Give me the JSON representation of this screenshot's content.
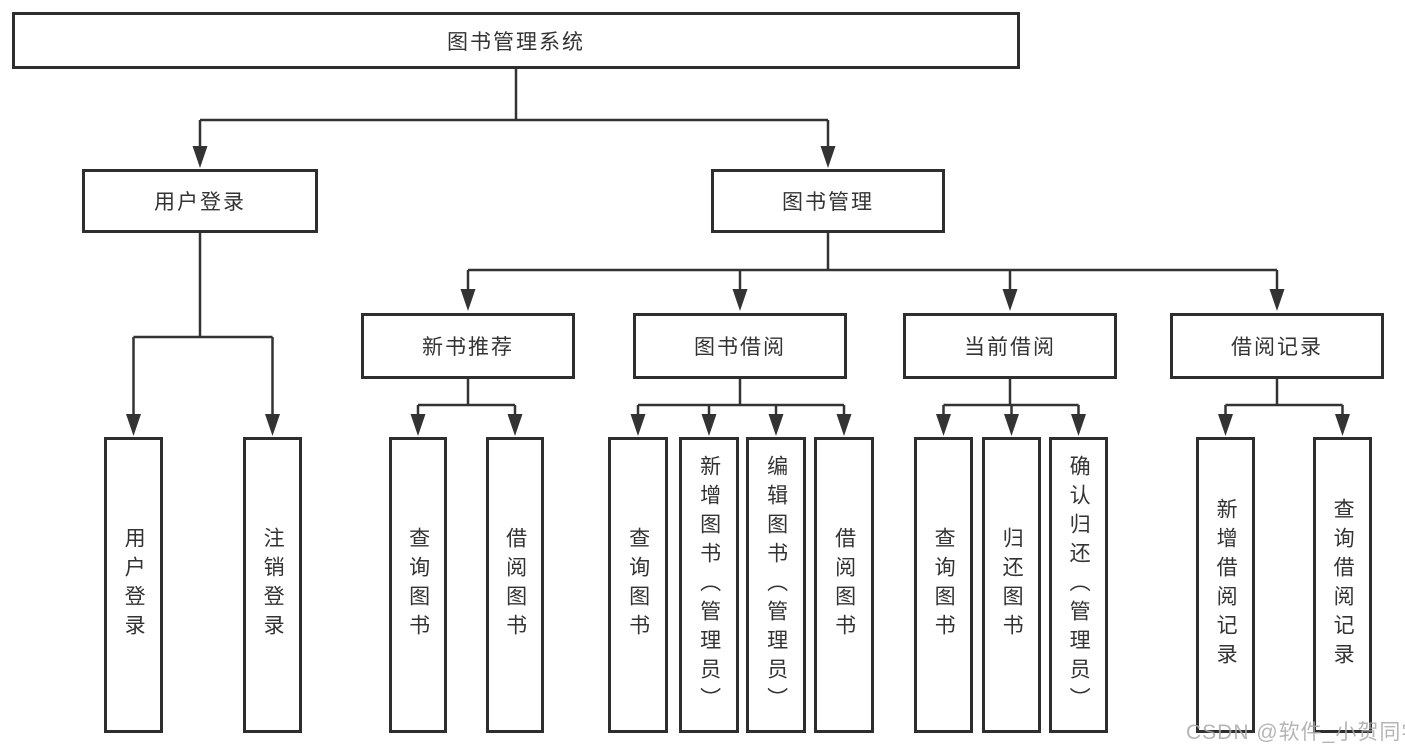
{
  "nodes": {
    "root": {
      "label": "图书管理系统"
    },
    "user_login": {
      "label": "用户登录"
    },
    "book_mgmt": {
      "label": "图书管理"
    },
    "new_book_rec": {
      "label": "新书推荐"
    },
    "book_borrow": {
      "label": "图书借阅"
    },
    "current_borrow": {
      "label": "当前借阅"
    },
    "borrow_records": {
      "label": "借阅记录"
    },
    "leaf_user_login": {
      "label": "用户登录"
    },
    "leaf_logout": {
      "label": "注销登录"
    },
    "leaf_query_book_1": {
      "label": "查询图书"
    },
    "leaf_borrow_book_1": {
      "label": "借阅图书"
    },
    "leaf_query_book_2": {
      "label": "查询图书"
    },
    "leaf_add_book": {
      "label": "新增图书（管理员）"
    },
    "leaf_edit_book": {
      "label": "编辑图书（管理员）"
    },
    "leaf_borrow_book_2": {
      "label": "借阅图书"
    },
    "leaf_query_book_3": {
      "label": "查询图书"
    },
    "leaf_return_book": {
      "label": "归还图书"
    },
    "leaf_confirm_return": {
      "label": "确认归还（管理员）"
    },
    "leaf_add_record": {
      "label": "新增借阅记录"
    },
    "leaf_query_record": {
      "label": "查询借阅记录"
    }
  },
  "watermark": {
    "text": "CSDN @软件_小贺同学"
  },
  "colors": {
    "line": "#333333",
    "box_border": "#2e2e2e",
    "text": "#333333",
    "background": "#ffffff",
    "watermark": "#a9a9a9"
  }
}
